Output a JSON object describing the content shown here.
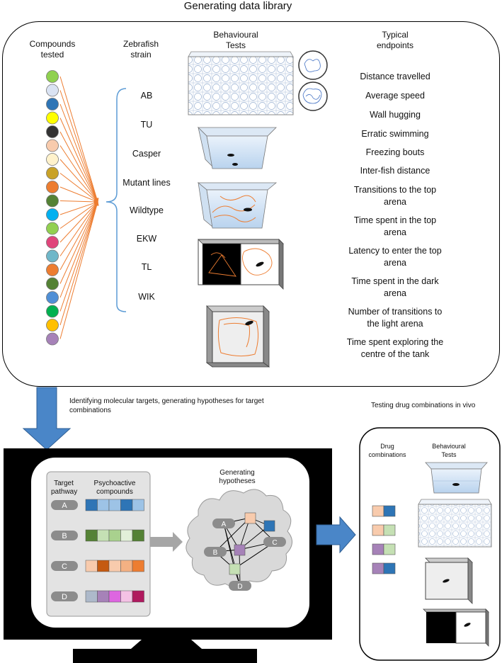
{
  "title": "Generating data library",
  "columns": {
    "compounds": "Compounds tested",
    "strain": "Zebrafish strain",
    "tests": "Behavioural Tests",
    "endpoints": "Typical endpoints"
  },
  "strains": [
    "AB",
    "TU",
    "Casper",
    "Mutant lines",
    "Wildtype",
    "EKW",
    "TL",
    "WIK"
  ],
  "endpoints": [
    "Distance travelled",
    "Average speed",
    "Wall hugging",
    "Erratic swimming",
    "Freezing bouts",
    "Inter-fish distance",
    "Transitions to the top arena",
    "Time spent in the top arena",
    "Latency to enter the top arena",
    "Time spent in the dark arena",
    "Number of transitions to the light arena",
    "Time spent exploring the centre of the tank"
  ],
  "compound_colors": [
    "#8fd14f",
    "#dae3f3",
    "#2e75b6",
    "#ffff00",
    "#333333",
    "#f8cbad",
    "#fff2cc",
    "#c9a227",
    "#ed7d31",
    "#548235",
    "#00b0f0",
    "#92d050",
    "#e0457b",
    "#6fb7c9",
    "#ed7d31",
    "#548235",
    "#4f8fd6",
    "#00b050",
    "#ffc000",
    "#a682b8"
  ],
  "caption_identify": "Identifying molecular targets, generating hypotheses for target combinations",
  "caption_testing": "Testing drug combinations in vivo",
  "monitor": {
    "target_pathway": "Target pathway",
    "psychoactive_compounds": "Psychoactive compounds",
    "pathways": [
      {
        "label": "A",
        "colors": [
          "#2e75b6",
          "#9dc3e6",
          "#9dc3e6",
          "#2e75b6",
          "#9dc3e6"
        ]
      },
      {
        "label": "B",
        "colors": [
          "#548235",
          "#c5e0b4",
          "#a9d18e",
          "#e2f0d9",
          "#548235"
        ]
      },
      {
        "label": "C",
        "colors": [
          "#f8cbad",
          "#c55a11",
          "#f8cbad",
          "#f4b183",
          "#ed7d31"
        ]
      },
      {
        "label": "D",
        "colors": [
          "#adb9ca",
          "#a682b8",
          "#dd66e0",
          "#f4c2e5",
          "#b0195e"
        ]
      }
    ],
    "hypotheses_title": "Generating hypotheses",
    "network_nodes": [
      "A",
      "B",
      "C",
      "D"
    ]
  },
  "right_panel": {
    "drug_combinations": "Drug combinations",
    "tests": "Behavioural Tests",
    "pairs": [
      [
        "#f8cbad",
        "#2e75b6"
      ],
      [
        "#f8cbad",
        "#c5e0b4"
      ],
      [
        "#a682b8",
        "#c5e0b4"
      ],
      [
        "#a682b8",
        "#2e75b6"
      ]
    ]
  },
  "colors": {
    "arrow": "#ed7d31",
    "bracket": "#5b9bd5",
    "big_arrow": "#4a86c8",
    "gray_arrow": "#a6a6a6"
  }
}
